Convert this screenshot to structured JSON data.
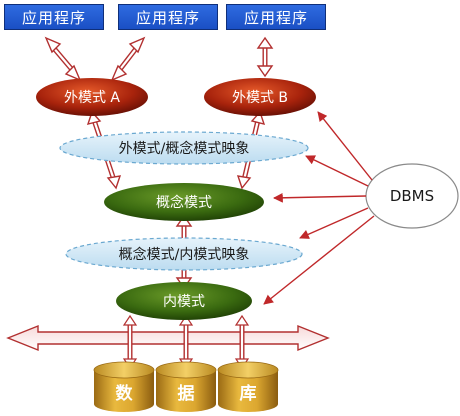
{
  "apps": [
    {
      "label": "应用程序"
    },
    {
      "label": "应用程序"
    },
    {
      "label": "应用程序"
    }
  ],
  "external_schemas": {
    "a": "外模式 A",
    "b": "外模式 B"
  },
  "mappings": {
    "external_conceptual": "外模式/概念模式映象",
    "conceptual_internal": "概念模式/内模式映象"
  },
  "conceptual_schema": "概念模式",
  "internal_schema": "内模式",
  "dbms": "DBMS",
  "database": [
    "数",
    "据",
    "库"
  ],
  "colors": {
    "app_blue": "#1f5bd6",
    "external_red": "#8a1a0a",
    "dark_green": "#2e5a0a",
    "mapping_blue": "#cfe6f5",
    "arrow_red": "#c0282a",
    "db_gold": "#e4b23a"
  }
}
